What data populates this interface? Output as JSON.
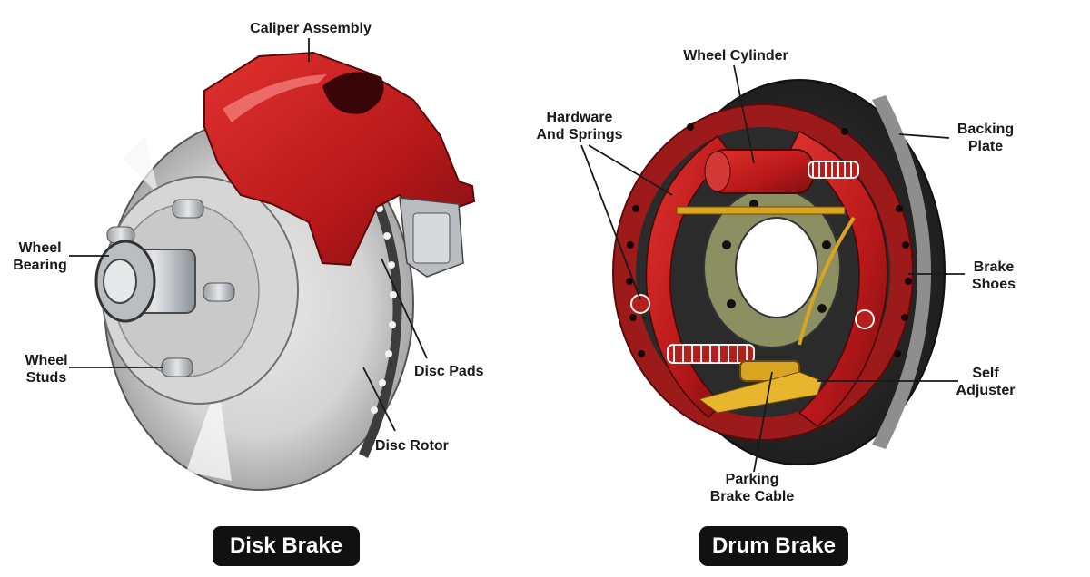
{
  "disk_brake": {
    "title": "Disk Brake",
    "labels": {
      "caliper_assembly": "Caliper Assembly",
      "wheel_bearing": "Wheel\nBearing",
      "wheel_studs": "Wheel\nStuds",
      "disc_pads": "Disc Pads",
      "disc_rotor": "Disc Rotor"
    }
  },
  "drum_brake": {
    "title": "Drum Brake",
    "labels": {
      "wheel_cylinder": "Wheel Cylinder",
      "hardware_springs": "Hardware\nAnd Springs",
      "backing_plate": "Backing\nPlate",
      "brake_shoes": "Brake\nShoes",
      "self_adjuster": "Self\nAdjuster",
      "parking_brake_cable": "Parking\nBrake Cable"
    }
  },
  "colors": {
    "caliper_red": "#c0191b",
    "shoe_red": "#b3201e",
    "rotor_gray": "#cfcfcf",
    "spring_gold": "#d9a520",
    "badge_bg": "#111111"
  }
}
